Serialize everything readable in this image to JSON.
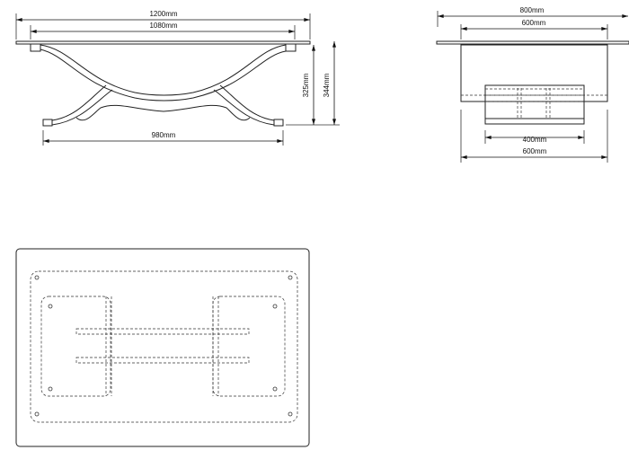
{
  "front_view": {
    "overall_width": "1200mm",
    "base_width": "1080mm",
    "foot_span": "980mm",
    "leg_height": "325mm",
    "total_height": "344mm"
  },
  "side_view": {
    "overall_depth": "800mm",
    "base_depth": "600mm",
    "inner_width": "400mm",
    "outer_width": "600mm"
  }
}
